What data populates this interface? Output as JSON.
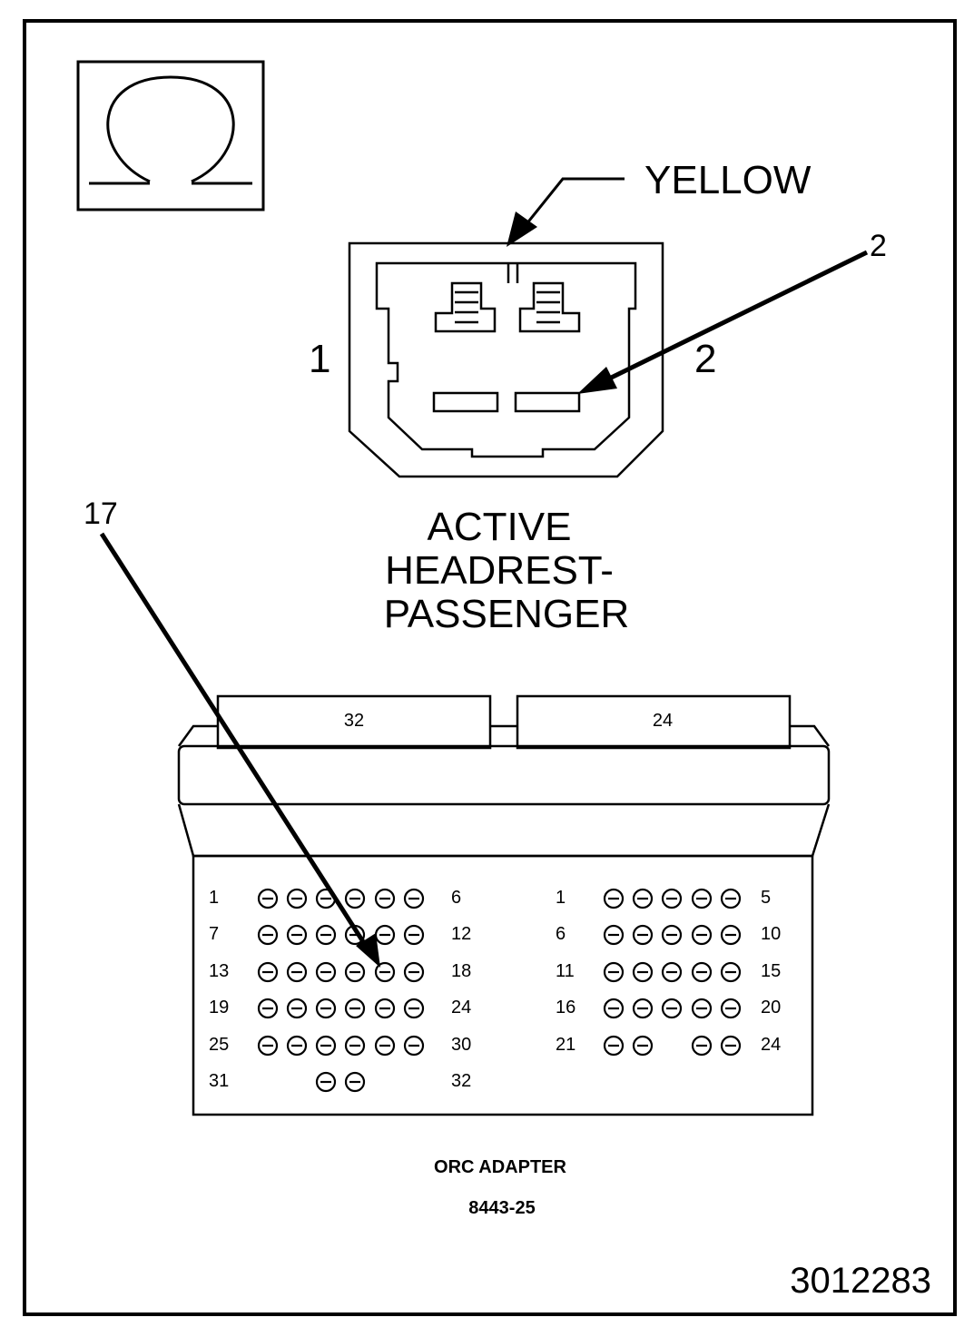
{
  "ohmmeter_icon": "ohm-symbol",
  "yellow_label": "YELLOW",
  "headrest_connector": {
    "pin_left_label": "1",
    "pin_right_label": "2",
    "callout_label": "2",
    "caption": [
      "ACTIVE",
      "HEADREST-",
      "PASSENGER"
    ]
  },
  "adapter": {
    "callout_label": "17",
    "left_tab_label": "32",
    "right_tab_label": "24",
    "left_block": {
      "rows": [
        {
          "start": "1",
          "end": "6"
        },
        {
          "start": "7",
          "end": "12"
        },
        {
          "start": "13",
          "end": "18"
        },
        {
          "start": "19",
          "end": "24"
        },
        {
          "start": "25",
          "end": "30"
        },
        {
          "start": "31",
          "end": "32"
        }
      ]
    },
    "right_block": {
      "rows": [
        {
          "start": "1",
          "end": "5"
        },
        {
          "start": "6",
          "end": "10"
        },
        {
          "start": "11",
          "end": "15"
        },
        {
          "start": "16",
          "end": "20"
        },
        {
          "start": "21",
          "end": "24"
        }
      ]
    },
    "name": "ORC ADAPTER",
    "part_number": "8443-25"
  },
  "figure_number": "3012283"
}
